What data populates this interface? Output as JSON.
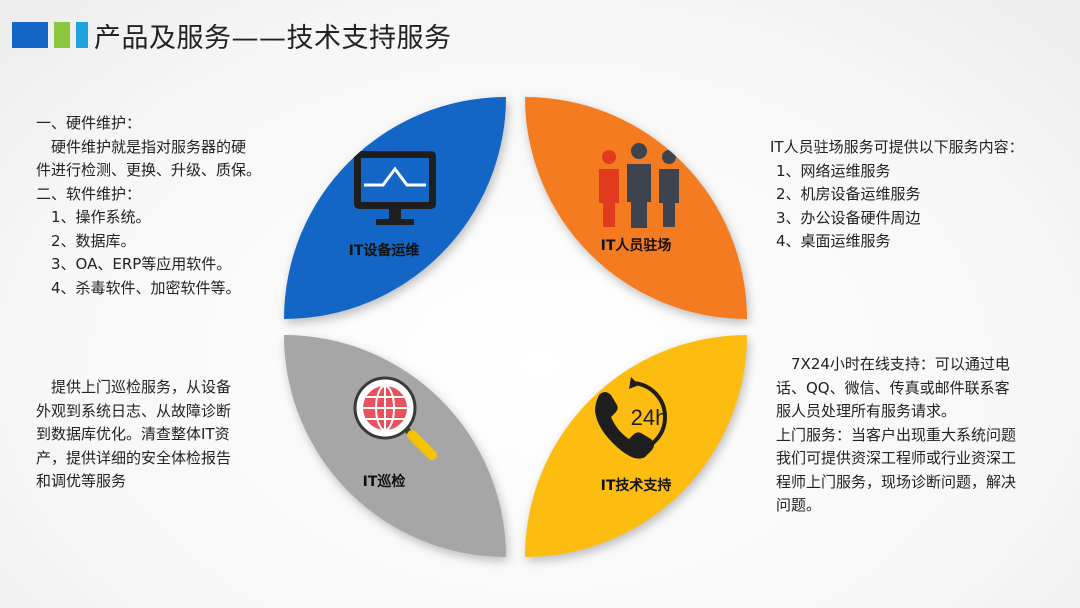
{
  "title": "产品及服务——技术支持服务",
  "colors": {
    "blue": "#1366c6",
    "orange": "#f47b20",
    "gray": "#a6a6a6",
    "yellow": "#fdbd10",
    "bar_green": "#8cc63f",
    "bar_cyan": "#1fa3dc"
  },
  "petals": [
    {
      "label": "IT设备运维",
      "icon": "monitor-icon"
    },
    {
      "label": "IT人员驻场",
      "icon": "people-icon"
    },
    {
      "label": "IT巡检",
      "icon": "magnifier-globe-icon"
    },
    {
      "label": "IT技术支持",
      "icon": "phone-24h-icon"
    }
  ],
  "left_top": [
    "一、硬件维护：",
    "　硬件维护就是指对服务器的硬",
    "件进行检测、更换、升级、质保。",
    "二、软件维护：",
    "　1、操作系统。",
    "　2、数据库。",
    "　3、OA、ERP等应用软件。",
    "　4、杀毒软件、加密软件等。"
  ],
  "right_top": [
    "IT人员驻场服务可提供以下服务内容：",
    "1、网络运维服务",
    "2、机房设备运维服务",
    "3、办公设备硬件周边",
    "4、桌面运维服务"
  ],
  "left_bottom": [
    "　提供上门巡检服务，从设备",
    "外观到系统日志、从故障诊断",
    "到数据库优化。清查整体IT资",
    "产，提供详细的安全体检报告",
    "和调优等服务"
  ],
  "right_bottom": [
    "　7X24小时在线支持：可以通过电",
    "话、QQ、微信、传真或邮件联系客",
    "服人员处理所有服务请求。",
    "上门服务：当客户出现重大系统问题",
    "我们可提供资深工程师或行业资深工",
    "程师上门服务，现场诊断问题，解决",
    "问题。"
  ]
}
